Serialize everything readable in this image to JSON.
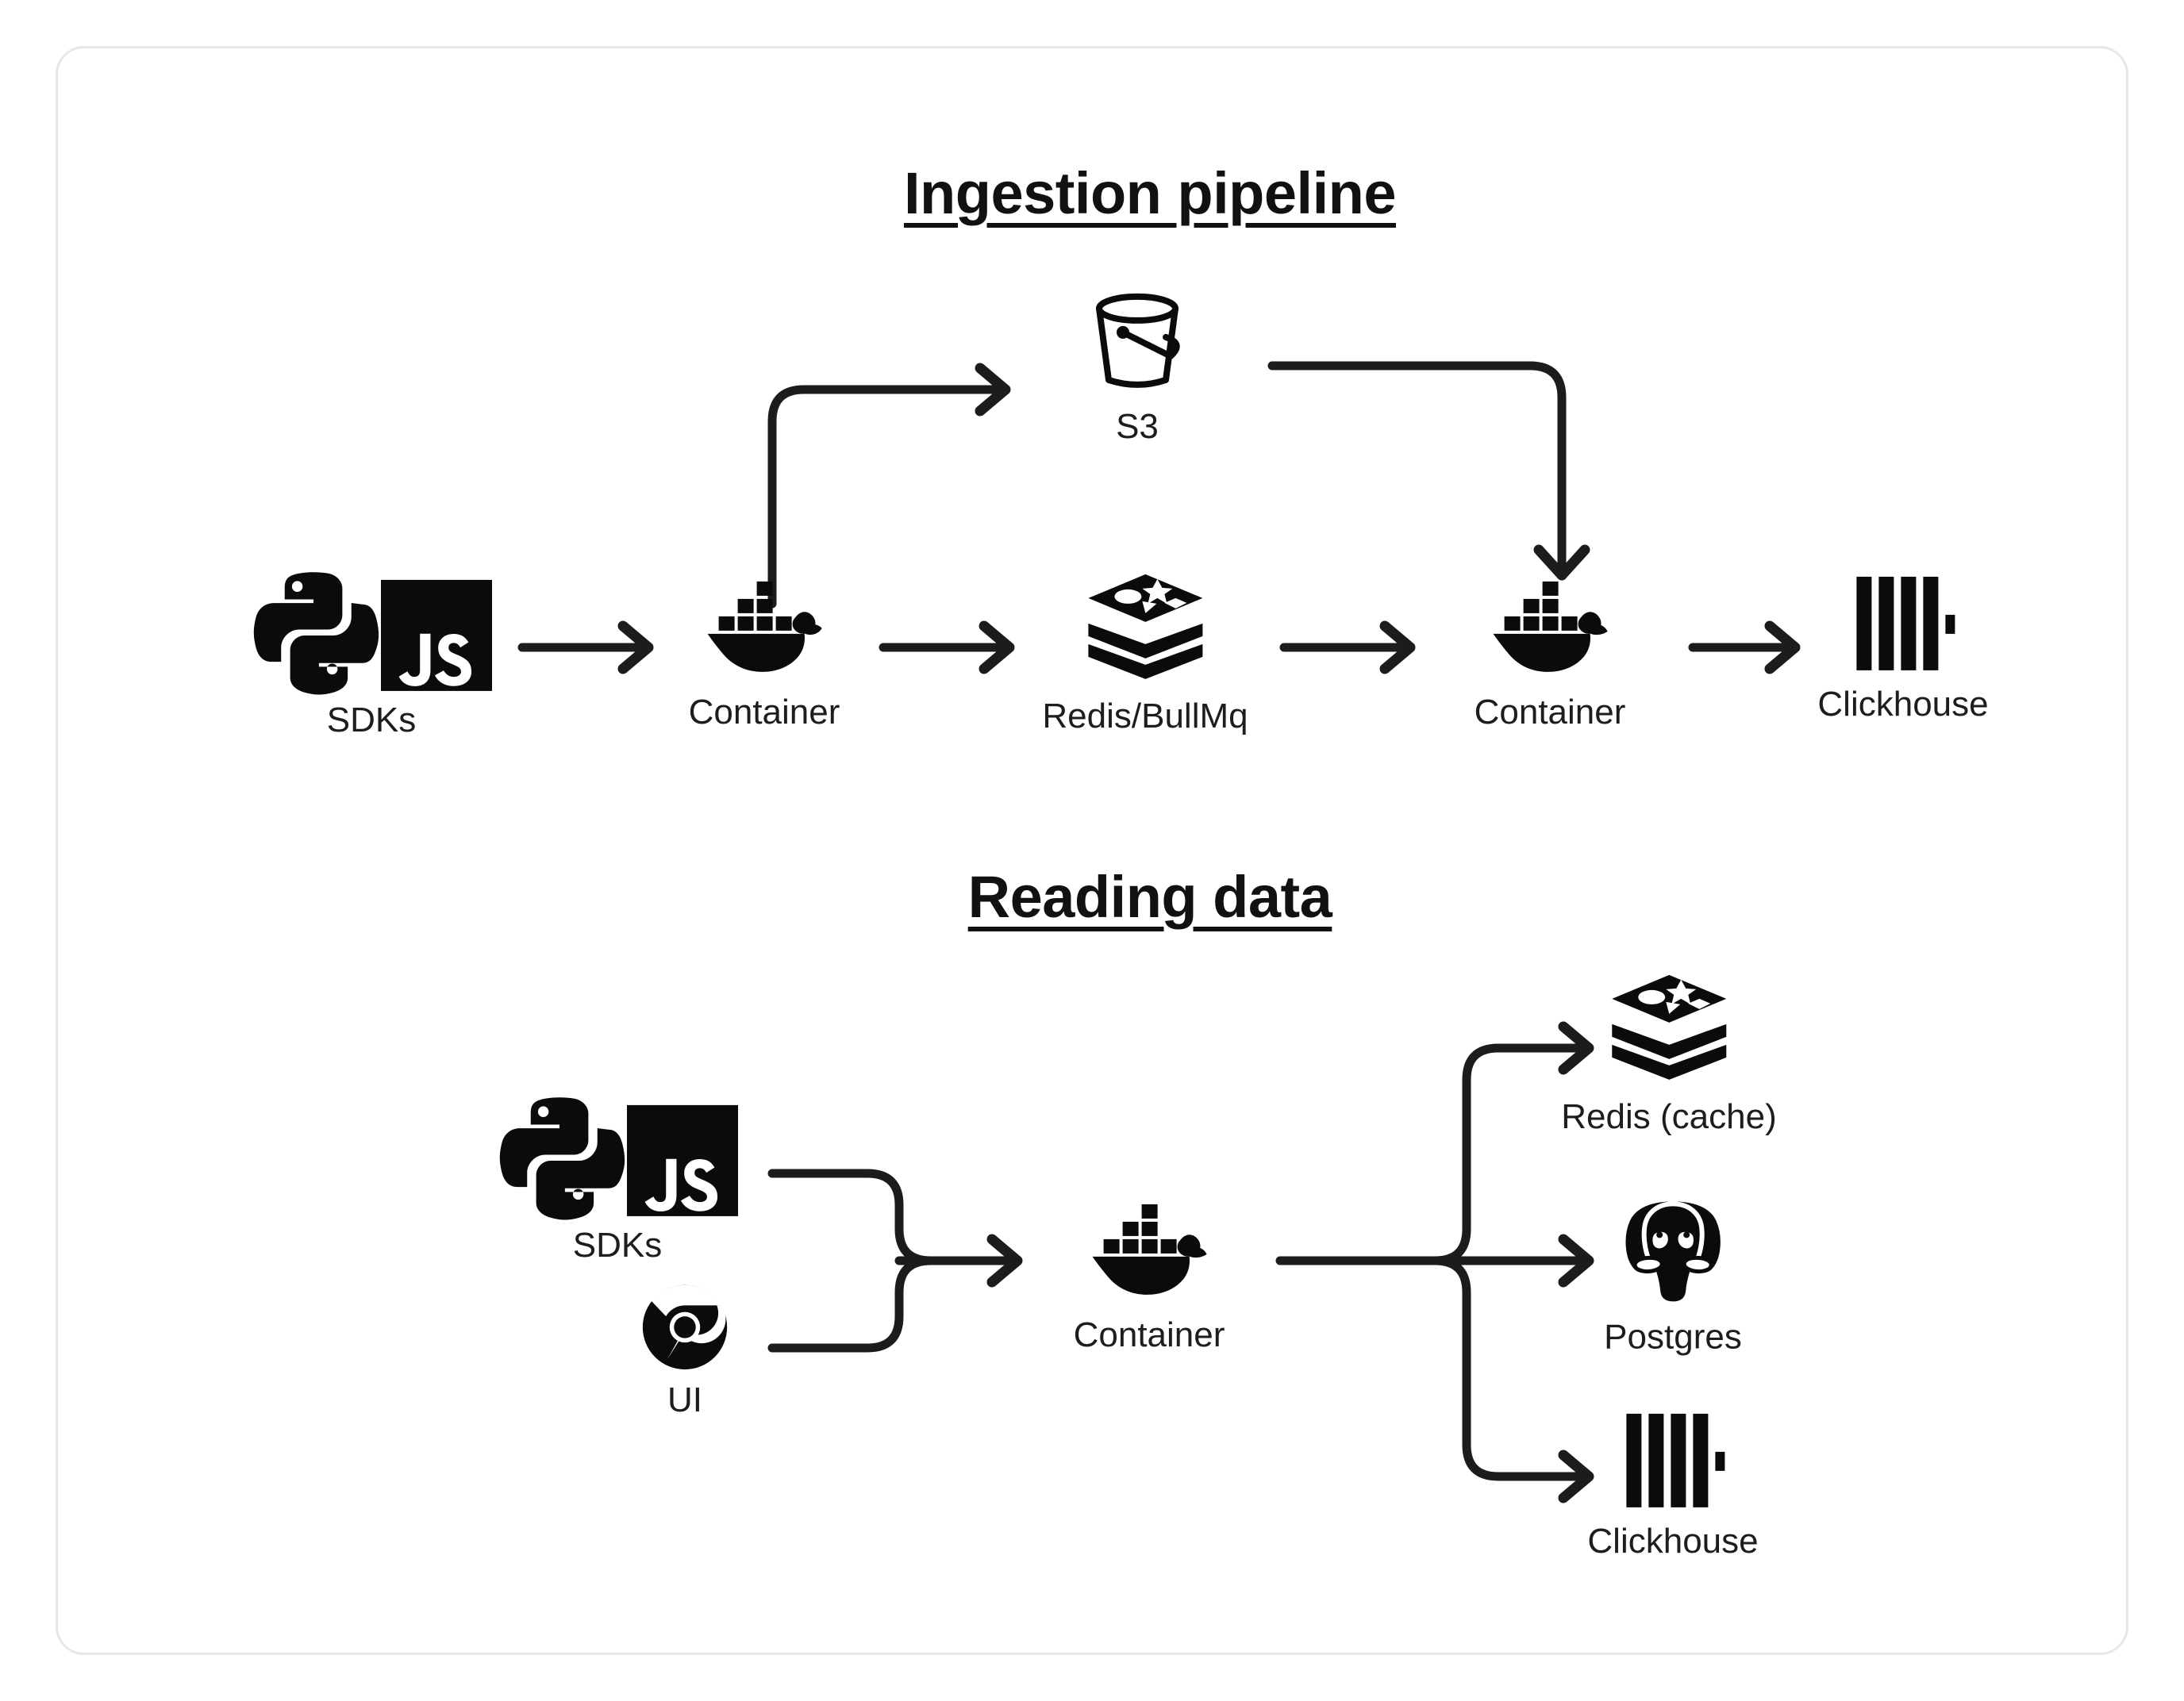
{
  "card": {
    "background": "#ffffff",
    "border_color": "#e7e7e7",
    "ink": "#1c1c1c"
  },
  "sections": [
    {
      "id": "ingestion",
      "title": "Ingestion pipeline",
      "nodes": [
        {
          "id": "sdks",
          "icon": "python-js-sdks-icon",
          "label": "SDKs"
        },
        {
          "id": "container1",
          "icon": "docker-container-icon",
          "label": "Container"
        },
        {
          "id": "s3",
          "icon": "s3-bucket-icon",
          "label": "S3"
        },
        {
          "id": "redis",
          "icon": "redis-icon",
          "label": "Redis/BullMq"
        },
        {
          "id": "container2",
          "icon": "docker-container-icon",
          "label": "Container"
        },
        {
          "id": "clickhouse",
          "icon": "clickhouse-icon",
          "label": "Clickhouse"
        }
      ],
      "edges": [
        {
          "from": "sdks",
          "to": "container1",
          "shape": "straight"
        },
        {
          "from": "container1",
          "to": "s3",
          "shape": "elbow-up"
        },
        {
          "from": "container1",
          "to": "redis",
          "shape": "straight"
        },
        {
          "from": "s3",
          "to": "container2",
          "shape": "elbow-down"
        },
        {
          "from": "redis",
          "to": "container2",
          "shape": "straight"
        },
        {
          "from": "container2",
          "to": "clickhouse",
          "shape": "straight"
        }
      ]
    },
    {
      "id": "reading",
      "title": "Reading data",
      "nodes": [
        {
          "id": "sdks2",
          "icon": "python-js-sdks-icon",
          "label": "SDKs"
        },
        {
          "id": "ui",
          "icon": "chrome-browser-icon",
          "label": "UI"
        },
        {
          "id": "container3",
          "icon": "docker-container-icon",
          "label": "Container"
        },
        {
          "id": "redis-cache",
          "icon": "redis-icon",
          "label": "Redis (cache)"
        },
        {
          "id": "postgres",
          "icon": "postgres-elephant-icon",
          "label": "Postgres"
        },
        {
          "id": "clickhouse2",
          "icon": "clickhouse-icon",
          "label": "Clickhouse"
        }
      ],
      "edges": [
        {
          "from": "sdks2",
          "to": "container3",
          "shape": "merge-top"
        },
        {
          "from": "ui",
          "to": "container3",
          "shape": "merge-bottom"
        },
        {
          "from": "container3",
          "to": "redis-cache",
          "shape": "fanout-up"
        },
        {
          "from": "container3",
          "to": "postgres",
          "shape": "fanout-straight"
        },
        {
          "from": "container3",
          "to": "clickhouse2",
          "shape": "fanout-down"
        }
      ]
    }
  ]
}
